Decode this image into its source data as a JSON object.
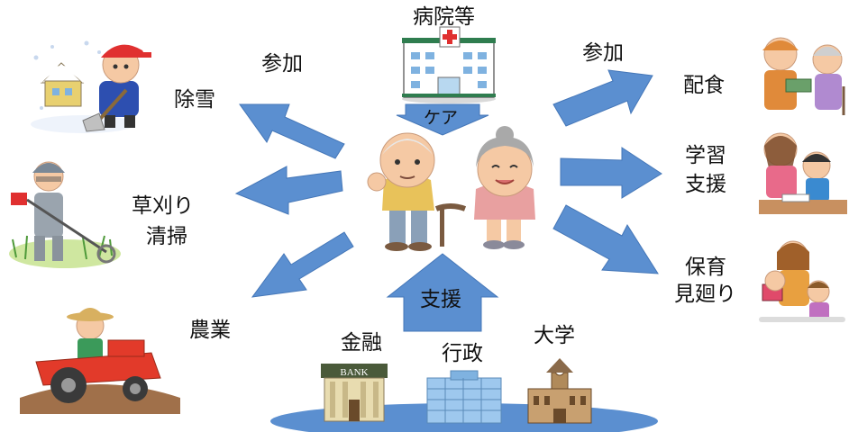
{
  "center": {
    "care_label": "ケア",
    "support_label": "支援"
  },
  "left": {
    "join_label": "参加",
    "snow_label": "除雪",
    "mowing_line1": "草刈り",
    "mowing_line2": "清掃",
    "farming_label": "農業"
  },
  "right": {
    "join_label": "参加",
    "meal_label": "配食",
    "study_line1": "学習",
    "study_line2": "支援",
    "childcare_line1": "保育",
    "childcare_line2": "見廻り"
  },
  "top": {
    "hospital_label": "病院等"
  },
  "bottom": {
    "finance_label": "金融",
    "admin_label": "行政",
    "university_label": "大学",
    "bank_sign": "BANK"
  },
  "colors": {
    "arrow": "#5b8fd0",
    "arrow_edge": "#4577b8",
    "ellipse": "#5b8fd0"
  },
  "icons": [
    "hospital-icon",
    "elderly-couple-icon",
    "snow-shoveling-boy-icon",
    "grass-cutter-worker-icon",
    "tractor-farmer-icon",
    "meal-delivery-icon",
    "tutoring-icon",
    "childcare-icon",
    "bank-building-icon",
    "government-building-icon",
    "university-building-icon"
  ]
}
